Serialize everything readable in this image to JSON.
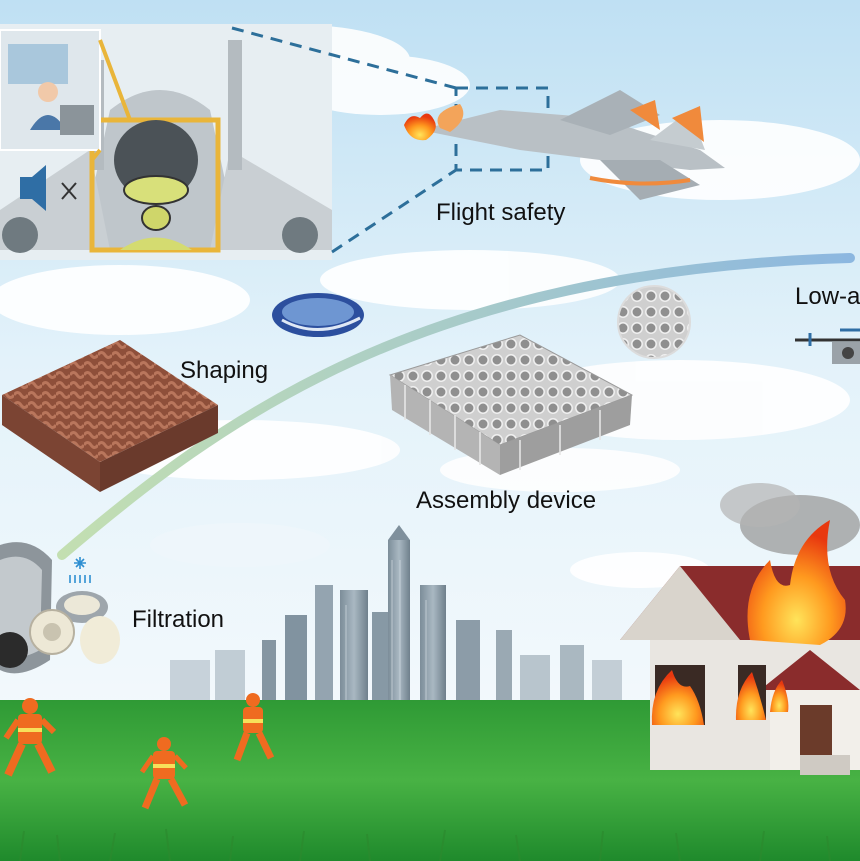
{
  "labels": {
    "flight_safety": "Flight safety",
    "low_altitude": "Low-a",
    "shaping": "Shaping",
    "assembly_device": "Assembly device",
    "filtration": "Filtration"
  },
  "icons": {
    "speaker_muted": "speaker-muted-icon",
    "snowflake_airflow": "snowflake-airflow-icon"
  },
  "colors": {
    "sky": "#d6ecf7",
    "grass": "#3fa63a",
    "arrow_start": "#c3dfb1",
    "arrow_end": "#8cb7e0",
    "callout_dash": "#2d6f9a",
    "callout_frame": "#e9b53a",
    "fire": "#f05a1a",
    "roof": "#8a2c2c",
    "fabric": "#9b5a45",
    "firefighter": "#ef6b20"
  }
}
